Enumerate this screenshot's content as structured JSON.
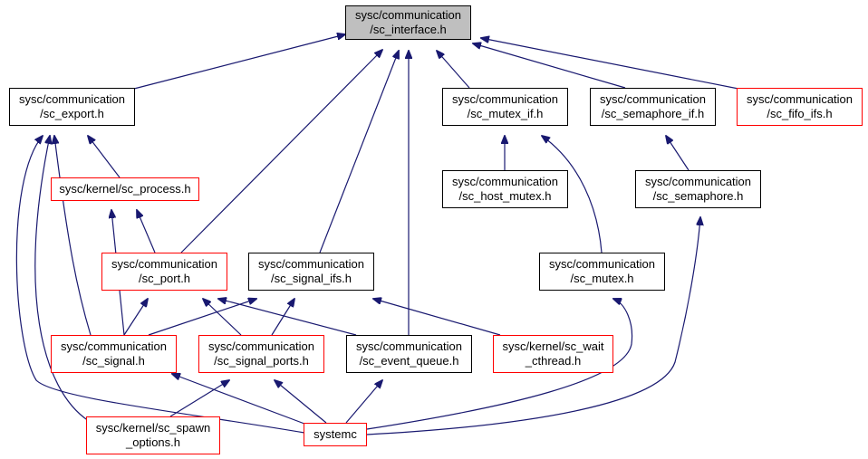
{
  "colors": {
    "edge": "#191970",
    "border_default": "#000000",
    "border_truncated": "#ff0000",
    "root_fill": "#bfbfbf"
  },
  "nodes": {
    "sc_interface": {
      "line1": "sysc/communication",
      "line2": "/sc_interface.h"
    },
    "sc_export": {
      "line1": "sysc/communication",
      "line2": "/sc_export.h"
    },
    "sc_mutex_if": {
      "line1": "sysc/communication",
      "line2": "/sc_mutex_if.h"
    },
    "sc_semaphore_if": {
      "line1": "sysc/communication",
      "line2": "/sc_semaphore_if.h"
    },
    "sc_fifo_ifs": {
      "line1": "sysc/communication",
      "line2": "/sc_fifo_ifs.h"
    },
    "sc_process": {
      "line1": "sysc/kernel/sc_process.h",
      "line2": ""
    },
    "sc_host_mutex": {
      "line1": "sysc/communication",
      "line2": "/sc_host_mutex.h"
    },
    "sc_semaphore": {
      "line1": "sysc/communication",
      "line2": "/sc_semaphore.h"
    },
    "sc_port": {
      "line1": "sysc/communication",
      "line2": "/sc_port.h"
    },
    "sc_signal_ifs": {
      "line1": "sysc/communication",
      "line2": "/sc_signal_ifs.h"
    },
    "sc_mutex": {
      "line1": "sysc/communication",
      "line2": "/sc_mutex.h"
    },
    "sc_signal": {
      "line1": "sysc/communication",
      "line2": "/sc_signal.h"
    },
    "sc_signal_ports": {
      "line1": "sysc/communication",
      "line2": "/sc_signal_ports.h"
    },
    "sc_event_queue": {
      "line1": "sysc/communication",
      "line2": "/sc_event_queue.h"
    },
    "sc_wait_cthread": {
      "line1": "sysc/kernel/sc_wait",
      "line2": "_cthread.h"
    },
    "sc_spawn_options": {
      "line1": "sysc/kernel/sc_spawn",
      "line2": "_options.h"
    },
    "systemc": {
      "line1": "systemc",
      "line2": ""
    }
  }
}
